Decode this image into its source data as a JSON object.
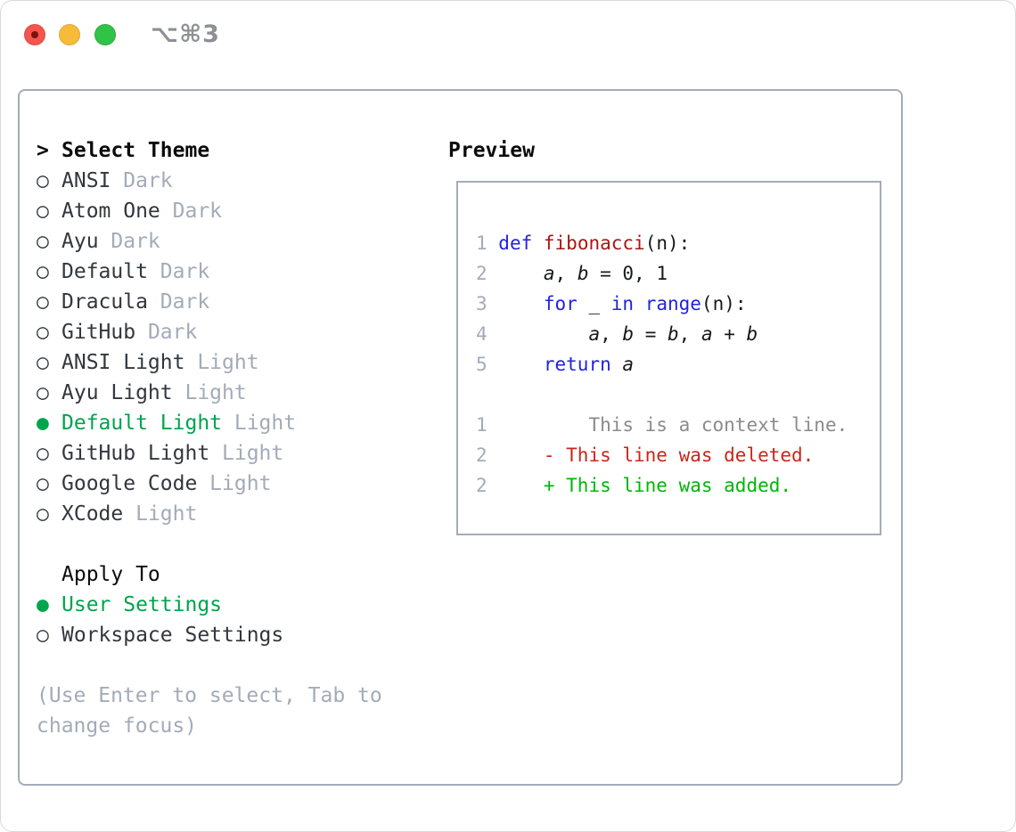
{
  "window": {
    "shortcut_label": "⌥⌘3"
  },
  "glyphs": {
    "title_marker": ">",
    "radio_unselected": "○",
    "radio_selected": "●"
  },
  "theme_list": {
    "title": "Select Theme",
    "items": [
      {
        "name": "ANSI",
        "variant": "Dark",
        "selected": false
      },
      {
        "name": "Atom One",
        "variant": "Dark",
        "selected": false
      },
      {
        "name": "Ayu",
        "variant": "Dark",
        "selected": false
      },
      {
        "name": "Default",
        "variant": "Dark",
        "selected": false
      },
      {
        "name": "Dracula",
        "variant": "Dark",
        "selected": false
      },
      {
        "name": "GitHub",
        "variant": "Dark",
        "selected": false
      },
      {
        "name": "ANSI Light",
        "variant": "Light",
        "selected": false
      },
      {
        "name": "Ayu Light",
        "variant": "Light",
        "selected": false
      },
      {
        "name": "Default Light",
        "variant": "Light",
        "selected": true
      },
      {
        "name": "GitHub Light",
        "variant": "Light",
        "selected": false
      },
      {
        "name": "Google Code",
        "variant": "Light",
        "selected": false
      },
      {
        "name": "XCode",
        "variant": "Light",
        "selected": false
      }
    ]
  },
  "apply_to": {
    "title": "Apply To",
    "options": [
      {
        "name": "User Settings",
        "selected": true
      },
      {
        "name": "Workspace Settings",
        "selected": false
      }
    ]
  },
  "help_text": "(Use Enter to select, Tab to change focus)",
  "preview": {
    "title": "Preview",
    "lines": [
      {
        "kind": "code",
        "num": "1",
        "segments": [
          {
            "style": "kw",
            "text": "def"
          },
          {
            "style": "plain",
            "text": " "
          },
          {
            "style": "fn",
            "text": "fibonacci"
          },
          {
            "style": "plain",
            "text": "(n):"
          }
        ]
      },
      {
        "kind": "code",
        "num": "2",
        "segments": [
          {
            "style": "plain",
            "text": "    "
          },
          {
            "style": "var",
            "text": "a"
          },
          {
            "style": "plain",
            "text": ", "
          },
          {
            "style": "var",
            "text": "b"
          },
          {
            "style": "plain",
            "text": " = 0, 1"
          }
        ]
      },
      {
        "kind": "code",
        "num": "3",
        "segments": [
          {
            "style": "plain",
            "text": "    "
          },
          {
            "style": "kw",
            "text": "for"
          },
          {
            "style": "plain",
            "text": " _ "
          },
          {
            "style": "kw",
            "text": "in"
          },
          {
            "style": "plain",
            "text": " "
          },
          {
            "style": "kw",
            "text": "range"
          },
          {
            "style": "plain",
            "text": "(n):"
          }
        ]
      },
      {
        "kind": "code",
        "num": "4",
        "segments": [
          {
            "style": "plain",
            "text": "        "
          },
          {
            "style": "var",
            "text": "a"
          },
          {
            "style": "plain",
            "text": ", "
          },
          {
            "style": "var",
            "text": "b"
          },
          {
            "style": "plain",
            "text": " = "
          },
          {
            "style": "var",
            "text": "b"
          },
          {
            "style": "plain",
            "text": ", "
          },
          {
            "style": "var",
            "text": "a"
          },
          {
            "style": "plain",
            "text": " + "
          },
          {
            "style": "var",
            "text": "b"
          }
        ]
      },
      {
        "kind": "code",
        "num": "5",
        "segments": [
          {
            "style": "plain",
            "text": "    "
          },
          {
            "style": "kw",
            "text": "return"
          },
          {
            "style": "plain",
            "text": " "
          },
          {
            "style": "var",
            "text": "a"
          }
        ]
      },
      {
        "kind": "blank",
        "num": "",
        "segments": []
      },
      {
        "kind": "context",
        "num": "1",
        "segments": [
          {
            "style": "ctx",
            "text": "        This is a context line."
          }
        ]
      },
      {
        "kind": "deleted",
        "num": "2",
        "segments": [
          {
            "style": "del",
            "text": "    - This line was deleted."
          }
        ]
      },
      {
        "kind": "added",
        "num": "2",
        "segments": [
          {
            "style": "add",
            "text": "    + This line was added."
          }
        ]
      }
    ]
  },
  "colors": {
    "tl-red": "#f3564e",
    "tl-red-border": "#dc4a41",
    "tl-red-dot": "#7f120b",
    "tl-yellow": "#f5bb39",
    "tl-yellow-border": "#e2a737",
    "tl-green": "#31c346",
    "tl-green-border": "#2cab3e",
    "shortcut": "#8e9096",
    "panel-border": "#a4acb9",
    "text-black": "#0b0b0c",
    "text-dark": "#32373e",
    "muted": "#a3abb8",
    "green-select": "#00a44c",
    "kw": "#2222e0",
    "fn": "#aa1611",
    "code-plain": "#17181a",
    "ctx": "#8b8b8d",
    "del": "#c9261a",
    "add": "#00b607"
  }
}
